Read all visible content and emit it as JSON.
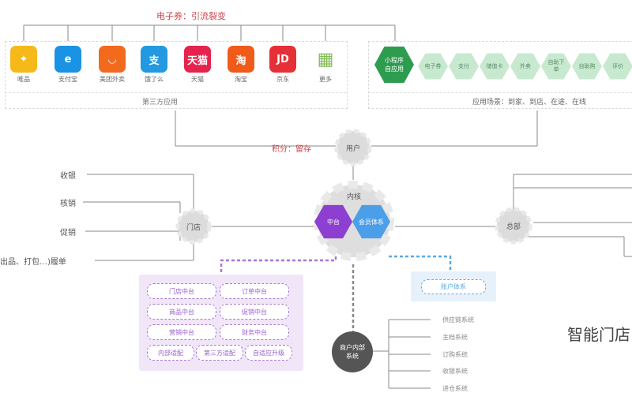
{
  "top_note": "电子券：引流裂变",
  "apps": [
    {
      "label": "唯品",
      "icon": "bird-icon",
      "glyph": "✦",
      "color": "#f5b919"
    },
    {
      "label": "支付宝",
      "icon": "alipay-icon",
      "glyph": "e",
      "color": "#1a93e4"
    },
    {
      "label": "美团外卖",
      "icon": "meituan-icon",
      "glyph": "◡",
      "color": "#f26a1d"
    },
    {
      "label": "饿了么",
      "icon": "eleme-icon",
      "glyph": "支",
      "color": "#2299e0"
    },
    {
      "label": "天猫",
      "icon": "tmall-icon",
      "glyph": "天猫",
      "color": "#e5234d"
    },
    {
      "label": "淘宝",
      "icon": "taobao-icon",
      "glyph": "淘",
      "color": "#f05a1a"
    },
    {
      "label": "京东",
      "icon": "jd-icon",
      "glyph": "JD",
      "color": "#e63037"
    },
    {
      "label": "更多",
      "icon": "more-apps-icon",
      "glyph": "▦",
      "color": "#ffffff"
    }
  ],
  "apps_caption": "第三方应用",
  "mini": {
    "main": "小程序\n自应用",
    "items": [
      "电子券",
      "支付",
      "储值卡",
      "外卖",
      "自助下单",
      "自助购",
      "评价"
    ],
    "caption": "应用场景：到家、到店、在途、在线"
  },
  "points_label": "积分：留存",
  "nodes": {
    "user": "用户",
    "core": "内核",
    "middle": "中台",
    "member": "会员体系",
    "store": "门店",
    "hq": "总部",
    "merchant": "商户内部系统"
  },
  "store_labels": [
    "收银",
    "核销",
    "促销",
    "出品、打包…)履单"
  ],
  "middle_boxes": [
    "门店中台",
    "订单中台",
    "商品中台",
    "促销中台",
    "营销中台",
    "财务中台",
    "内部适配",
    "第三方适配",
    "自适应升级"
  ],
  "account_box": "账户体系",
  "merchant_items": [
    "供应链系统",
    "主档系统",
    "订购系统",
    "收银系统",
    "进仓系统"
  ],
  "big_title": "智能门店"
}
